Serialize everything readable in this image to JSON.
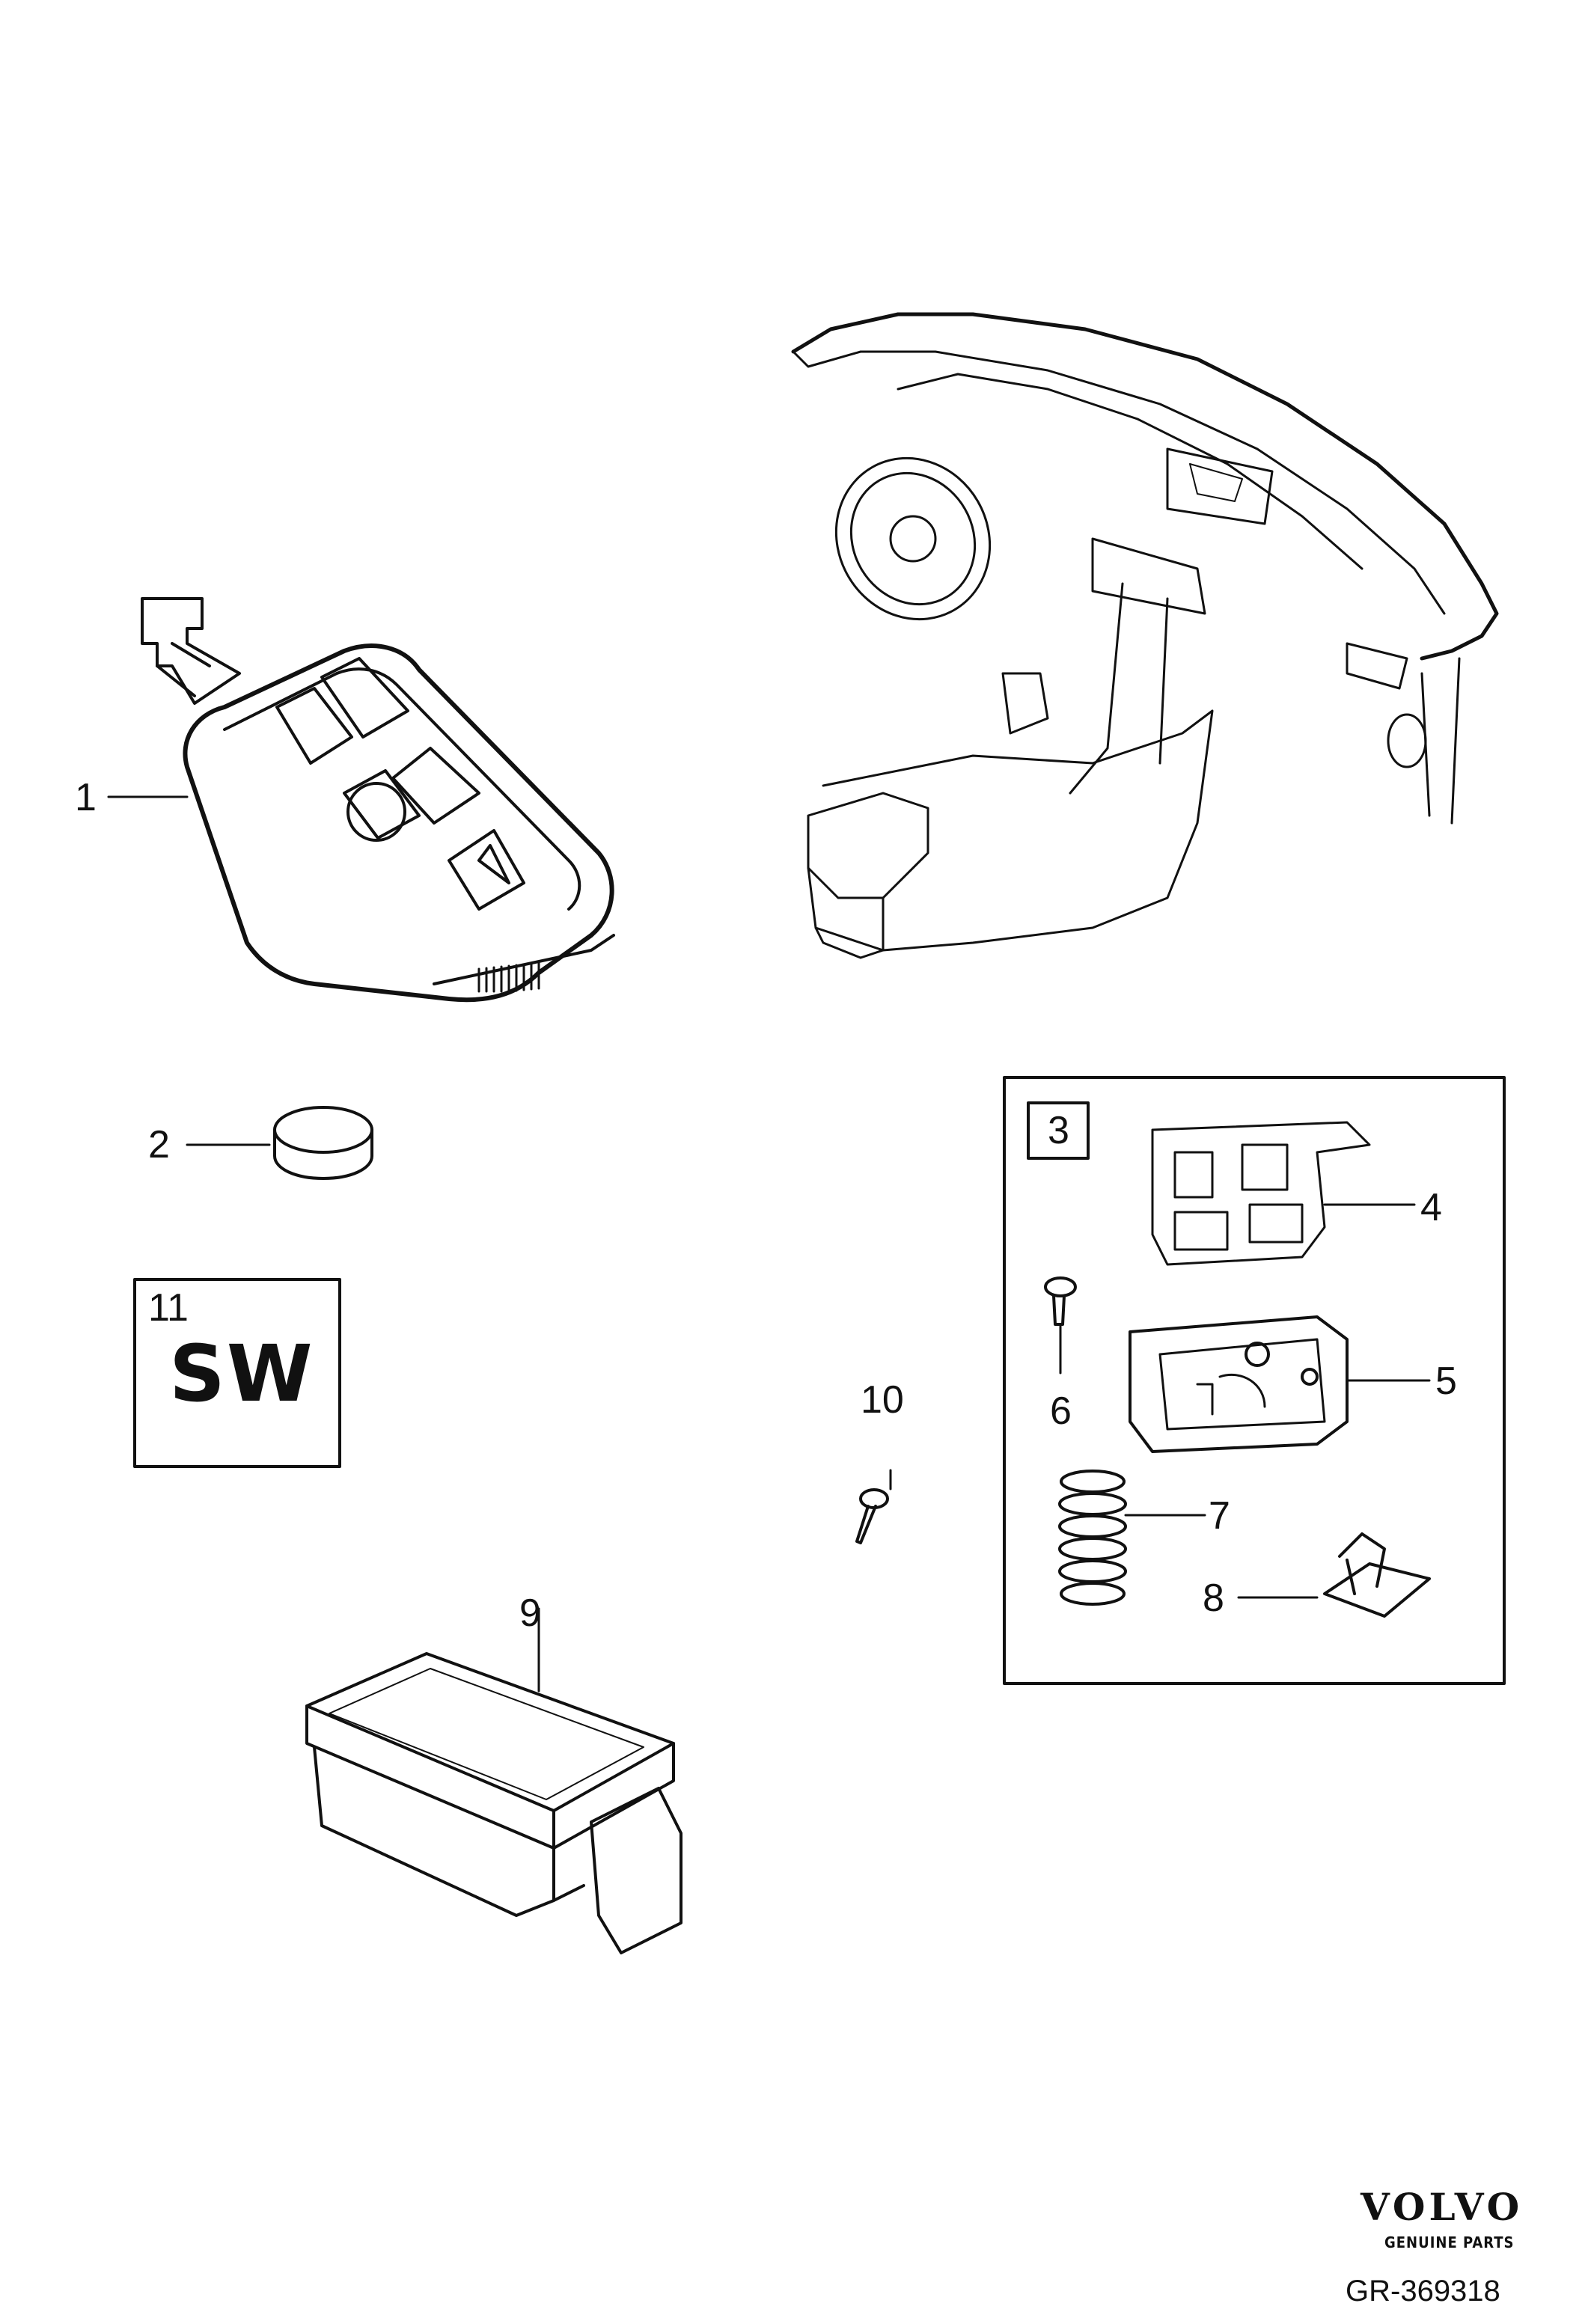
{
  "callouts": {
    "c1": "1",
    "c2": "2",
    "c3": "3",
    "c4": "4",
    "c5": "5",
    "c6": "6",
    "c7": "7",
    "c8": "8",
    "c9": "9",
    "c10": "10",
    "c11": "11"
  },
  "software_box": {
    "text": "SW"
  },
  "brand": {
    "name": "VOLVO",
    "tagline": "GENUINE PARTS",
    "drawing_number": "GR-369318"
  }
}
